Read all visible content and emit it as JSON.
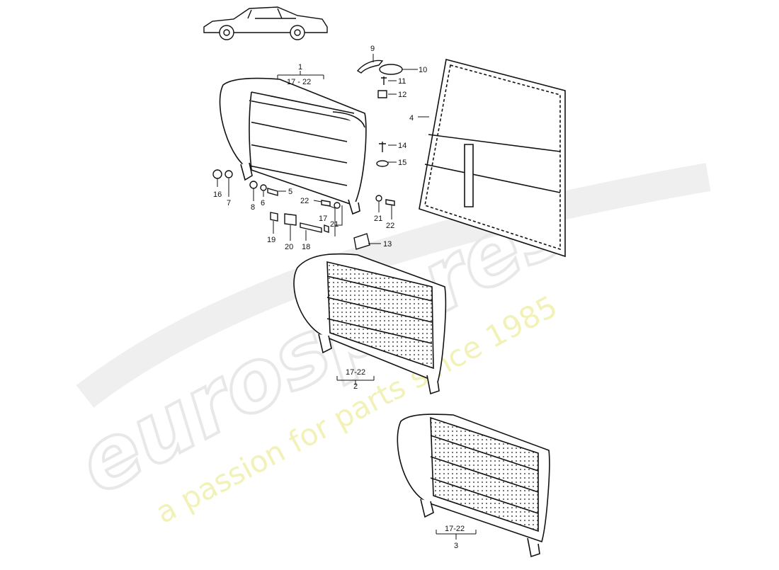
{
  "diagram": {
    "callouts": [
      {
        "num": "1",
        "range": "17 - 22"
      },
      {
        "num": "2",
        "range": "17-22"
      },
      {
        "num": "3",
        "range": "17-22"
      },
      {
        "num": "4"
      },
      {
        "num": "5"
      },
      {
        "num": "6"
      },
      {
        "num": "7"
      },
      {
        "num": "8"
      },
      {
        "num": "9"
      },
      {
        "num": "10"
      },
      {
        "num": "11"
      },
      {
        "num": "12"
      },
      {
        "num": "13"
      },
      {
        "num": "14"
      },
      {
        "num": "15"
      },
      {
        "num": "16"
      },
      {
        "num": "17"
      },
      {
        "num": "18"
      },
      {
        "num": "19"
      },
      {
        "num": "20"
      },
      {
        "num": "21"
      },
      {
        "num": "21"
      },
      {
        "num": "22"
      },
      {
        "num": "22"
      }
    ]
  },
  "watermark": {
    "brand": "eurospares",
    "tagline": "a passion for parts since 1985"
  }
}
